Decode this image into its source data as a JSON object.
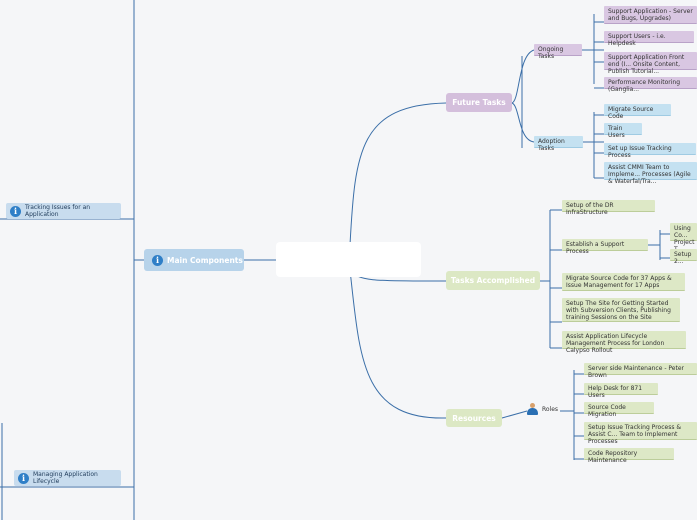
{
  "central": {
    "title": ""
  },
  "main_components": {
    "label": "Main Components",
    "icon": "info-icon"
  },
  "left_nodes": {
    "tracking": {
      "label": "Tracking Issues for an Application",
      "icon": "info-icon"
    },
    "lifecycle": {
      "label": "Managing Application Lifecycle",
      "icon": "info-icon"
    }
  },
  "future_tasks": {
    "label": "Future Tasks",
    "ongoing": {
      "label": "Ongoing Tasks",
      "items": [
        "Support Application - Server and Bugs, Upgrades)",
        "Support Users - i.e. Helpdesk",
        "Support Application Front end (I... Onsite Content, Publish Tutorial...",
        "Performance Monitoring (Ganglia..."
      ]
    },
    "adoption": {
      "label": "Adoption Tasks",
      "items": [
        "Migrate Source Code",
        "Train Users",
        "Set up Issue Tracking Process",
        "Assist CMMI Team to Impleme... Processes (Agile & Waterfal/Tra..."
      ]
    }
  },
  "tasks_accomplished": {
    "label": "Tasks Accomplished",
    "items": [
      "Setup of the DR InfraStructure",
      "Establish a Support Process",
      "Migrate Source Code for 37 Apps & Issue Management for 17 Apps",
      "Setup The Site for Getting Started with Subversion Clients, Publishing training Sessions on the Site",
      "Assist Application Lifecycle Management Process for London Calypso Rollout"
    ],
    "support_children": [
      "Using Co... Project T...",
      "Setup 2..."
    ]
  },
  "resources": {
    "label": "Resources",
    "roles": {
      "label": "Roles",
      "icon": "person-icon"
    },
    "items": [
      "Server side Maintenance - Peter Brown",
      "Help Desk for 871 Users",
      "Source Code Migration",
      "Setup Issue Tracking Process & Assist C... Team to Implement Processes",
      "Code Repository Maintenance"
    ]
  },
  "colors": {
    "connector": "#3b6fa8",
    "future_branch": "#d4bfdc",
    "green_branch": "#dce8c4",
    "main_component": "#b7d3ea"
  }
}
